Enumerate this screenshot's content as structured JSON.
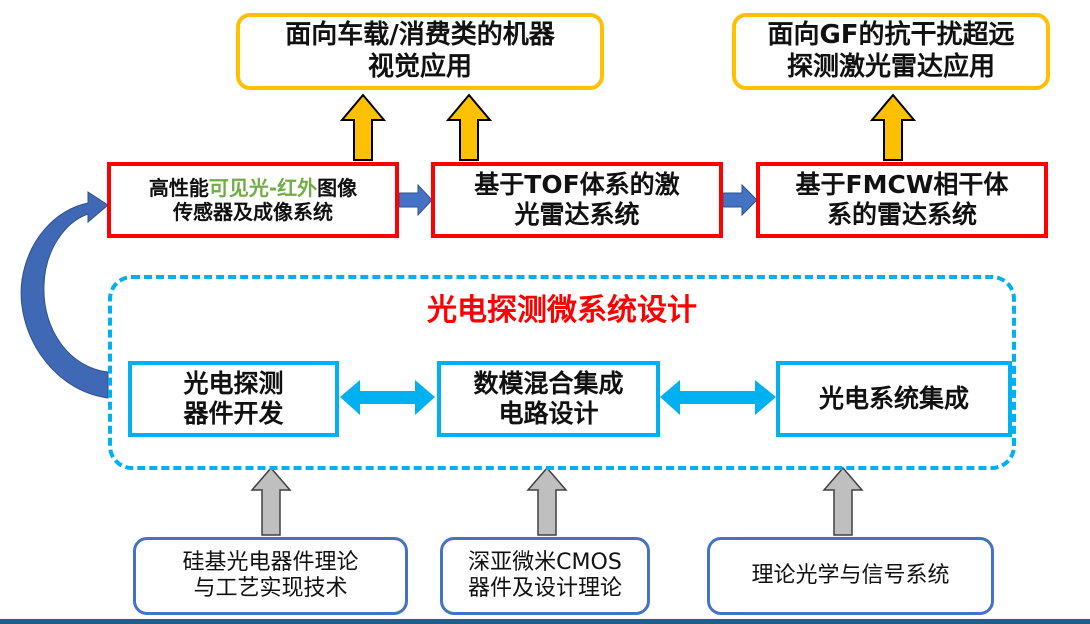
{
  "applications": [
    {
      "line1": "面向车载/消费类的机器",
      "line2": "视觉应用"
    },
    {
      "line1": "面向GF的抗干扰超远",
      "line2": "探测激光雷达应用"
    }
  ],
  "systems": [
    {
      "pre": "高性能",
      "highlight": "可见光-红外",
      "post": "图像",
      "line2": "传感器及成像系统"
    },
    {
      "line1": "基于TOF体系的激",
      "line2": "光雷达系统"
    },
    {
      "line1": "基于FMCW相干体",
      "line2": "系的雷达系统"
    }
  ],
  "microsystem": {
    "title": "光电探测微系统设计",
    "modules": [
      {
        "line1": "光电探测",
        "line2": "器件开发"
      },
      {
        "line1": "数模混合集成",
        "line2": "电路设计"
      },
      {
        "line1": "光电系统集成",
        "line2": ""
      }
    ]
  },
  "foundations": [
    {
      "line1": "硅基光电器件理论",
      "line2": "与工艺实现技术"
    },
    {
      "line1": "深亚微米CMOS",
      "line2": "器件及设计理论"
    },
    {
      "line1": "理论光学与信号系统",
      "line2": ""
    }
  ],
  "colors": {
    "application_border": "#FFC000",
    "system_border": "#FF0000",
    "highlight_text": "#70AD47",
    "module_border": "#00B0F0",
    "foundation_border": "#4472C4",
    "flow_arrow": "#4472C4",
    "support_arrow": "#BFBFBF"
  }
}
